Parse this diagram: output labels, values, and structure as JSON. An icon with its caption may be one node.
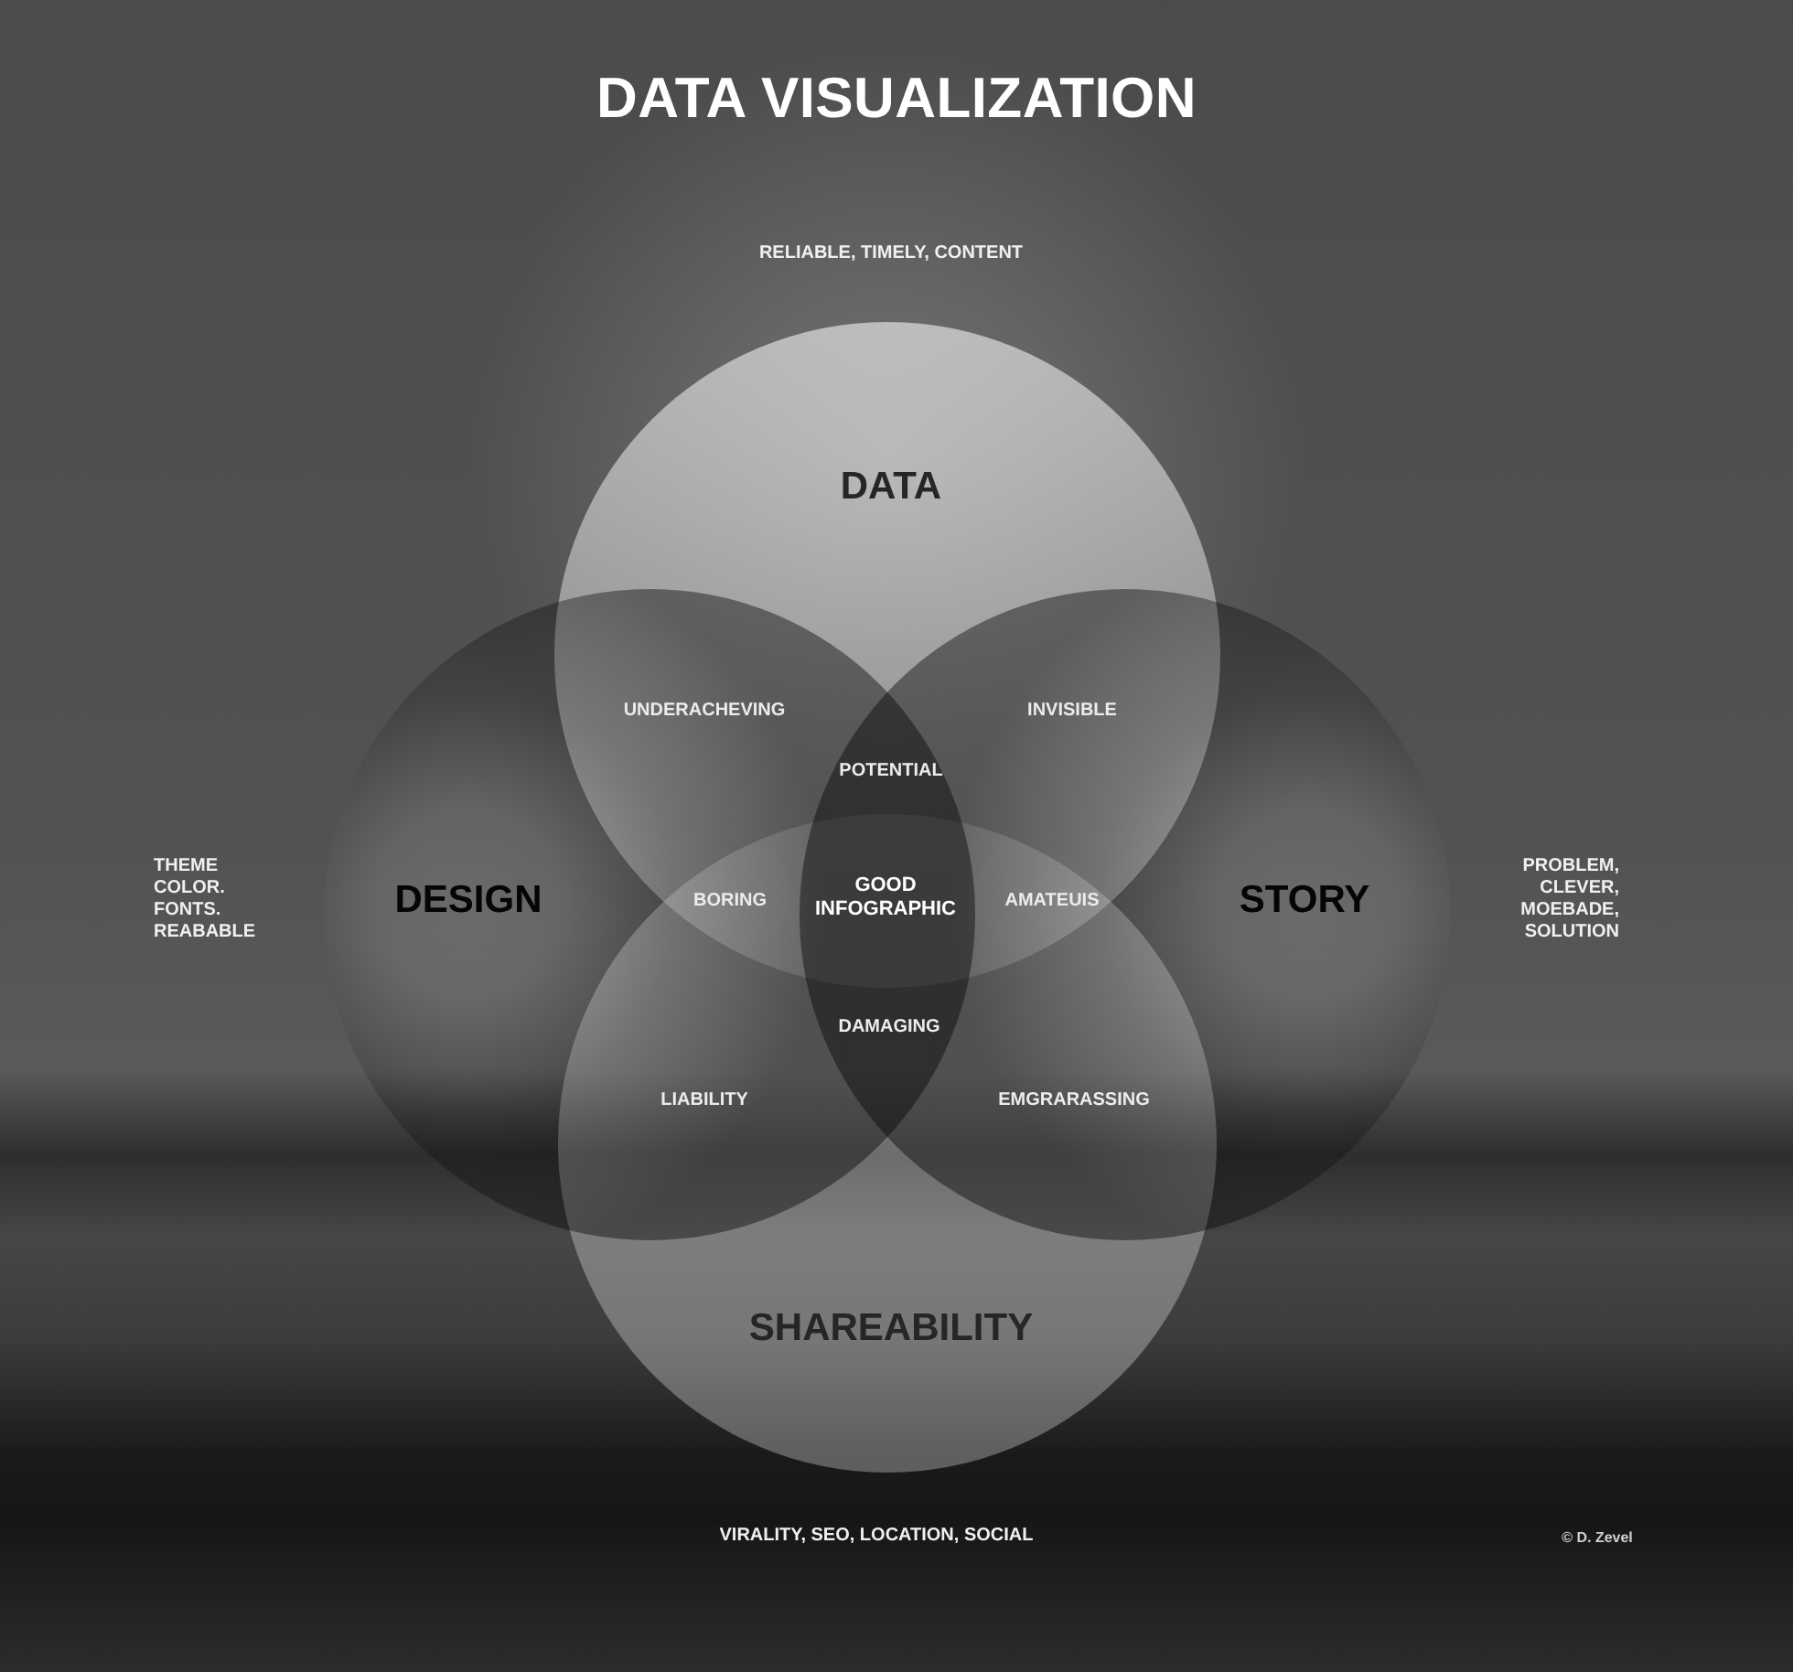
{
  "diagram": {
    "title": "DATA VISUALIZATION",
    "nodes": [
      {
        "text": [
          "DATA"
        ],
        "beside": [
          "RELIABLE, TIMELY, CONTENT"
        ]
      },
      {
        "text": [
          "DESIGN"
        ],
        "beside": [
          "THEME COLOR. FONTS. REABABLE"
        ]
      },
      {
        "text": [
          "STORY"
        ],
        "beside": [
          "PROBLEM, CLEVER, MOEBADE, SOLUTION"
        ]
      },
      {
        "text": [
          "SHAREABILITY"
        ],
        "beside": [
          "VIRALITY, SEO, LOCATION, SOCIAL"
        ]
      }
    ],
    "labels": [
      "UNDERACHEVING",
      "INVISIBLE",
      "POTENTIAL",
      "BORING",
      "GOOD INFOGRAPHIC",
      "AMATEUIS",
      "DAMAGING",
      "LIABILITY",
      "EMGRARASSING",
      "© D. Zevel"
    ]
  }
}
